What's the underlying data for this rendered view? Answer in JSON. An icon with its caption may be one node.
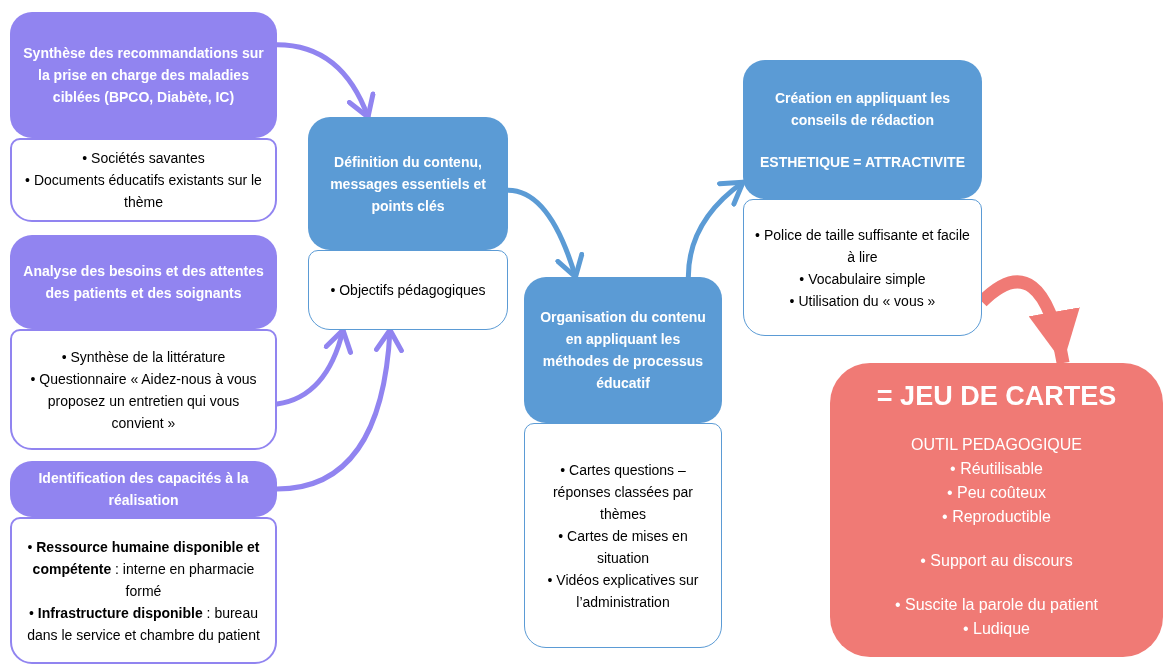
{
  "diagram": {
    "nodes": [
      {
        "text": [
          "Synthèse des recommandations sur la prise en charge des maladies ciblées (BPCO, Diabète, IC)"
        ]
      },
      {
        "text": [
          "• Sociétés savantes",
          "• Documents éducatifs existants sur le thème"
        ]
      },
      {
        "text": [
          "Analyse des besoins et des attentes des patients et des soignants"
        ]
      },
      {
        "text": [
          "• Synthèse de la littérature",
          "• Questionnaire « Aidez-nous à vous proposez un entretien qui vous convient »"
        ]
      },
      {
        "text": [
          "Identification des capacités à la réalisation"
        ]
      },
      {
        "text": [
          "• **Ressource humaine disponible et compétente** : interne en pharmacie formé",
          "• **Infrastructure disponible** : bureau dans le service et chambre du patient"
        ]
      },
      {
        "text": [
          "Définition du contenu, messages essentiels et points clés"
        ]
      },
      {
        "text": [
          "• Objectifs pédagogiques"
        ]
      },
      {
        "text": [
          "Organisation du contenu en appliquant les méthodes de processus éducatif"
        ]
      },
      {
        "text": [
          "• Cartes questions – réponses classées par thèmes",
          "• Cartes de mises en situation",
          "• Vidéos explicatives sur l’administration"
        ]
      },
      {
        "text": [
          "Création en appliquant les conseils de rédaction",
          "ESTHETIQUE = ATTRACTIVITE"
        ]
      },
      {
        "text": [
          "• Police de taille suffisante et facile à lire",
          "• Vocabulaire simple",
          "• Utilisation du « vous »"
        ]
      },
      {
        "text": [
          "= JEU DE CARTES",
          "OUTIL PEDAGOGIQUE",
          "• Réutilisable",
          "• Peu coûteux",
          "• Reproductible",
          "• Support au discours",
          "• Suscite la parole du patient",
          "• Ludique"
        ]
      }
    ],
    "edges": [
      {
        "from": 0,
        "to": 6,
        "arrow": "to"
      },
      {
        "from": 3,
        "to": 7,
        "arrow": "to"
      },
      {
        "from": 4,
        "to": 7,
        "arrow": "to"
      },
      {
        "from": 6,
        "to": 8,
        "arrow": "to",
        "color": "#5b9bd5"
      },
      {
        "from": 8,
        "to": 10,
        "arrow": "to",
        "color": "#5b9bd5"
      },
      {
        "from": 11,
        "to": 12,
        "arrow": "to",
        "style": "thick",
        "color": "#f07a75"
      }
    ]
  }
}
